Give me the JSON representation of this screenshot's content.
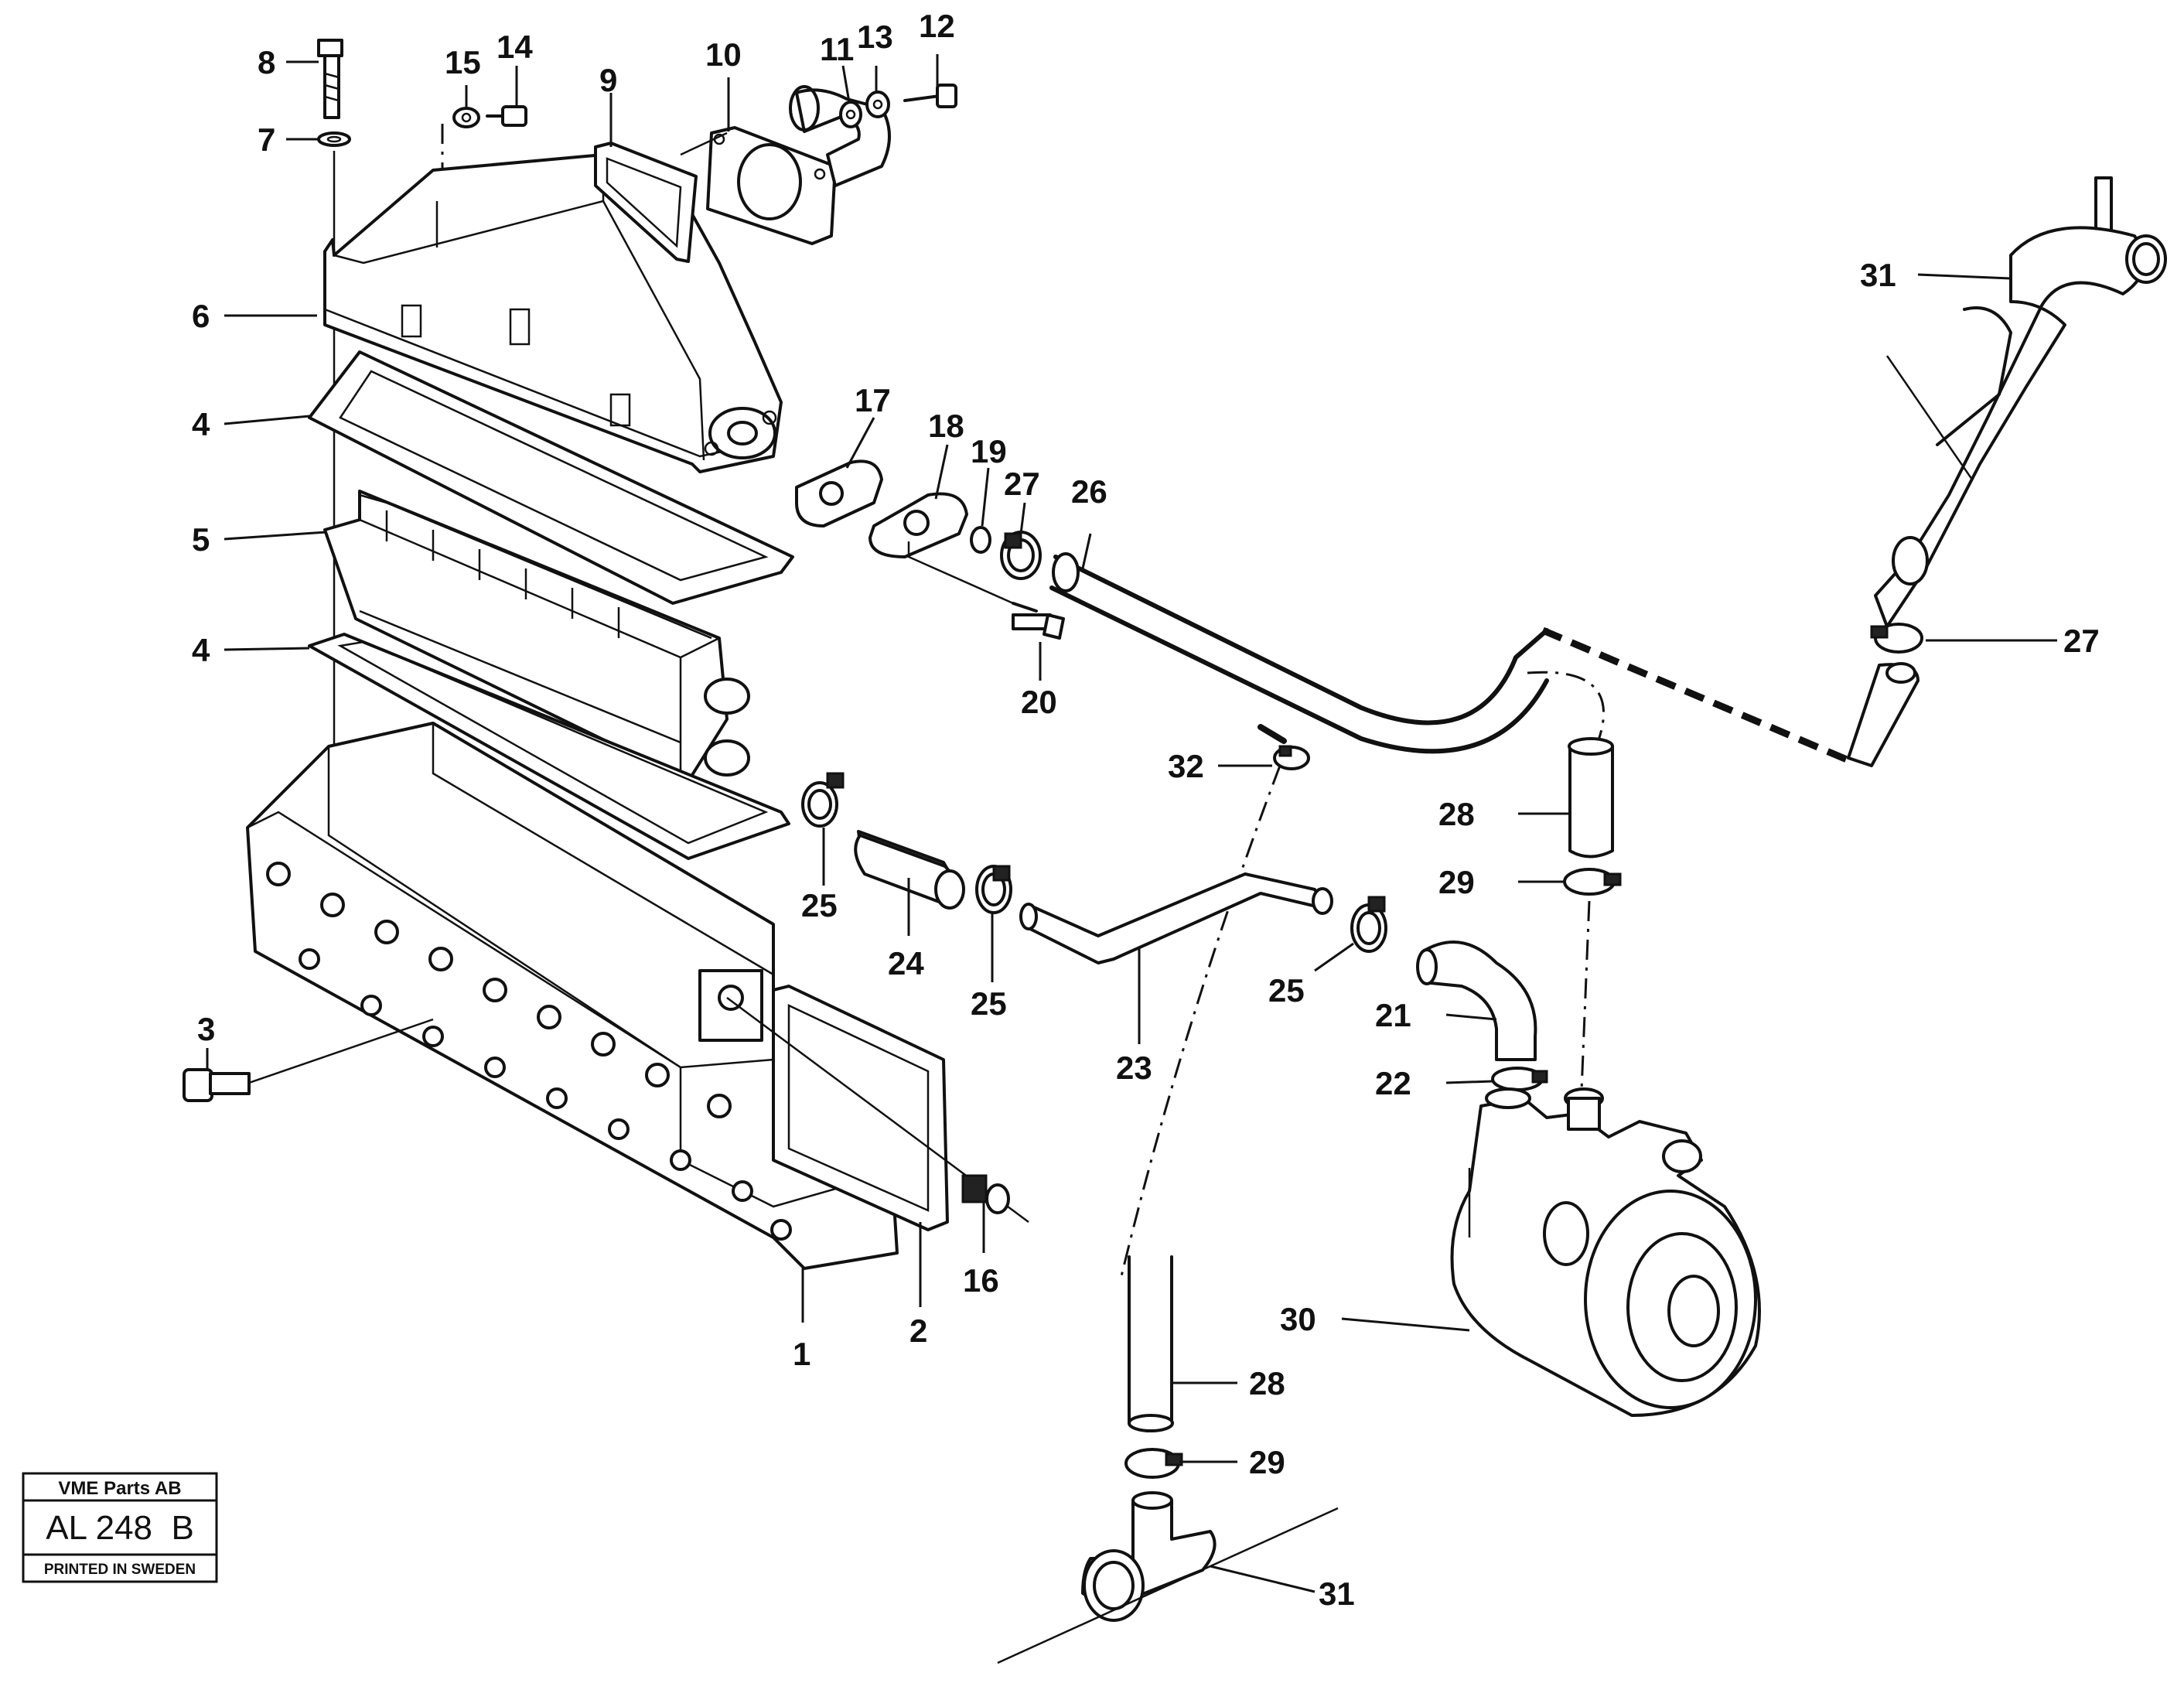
{
  "title_block": {
    "company": "VME Parts AB",
    "drawing_code": "AL 248  B",
    "printed_note": "PRINTED IN SWEDEN"
  },
  "callouts": [
    {
      "id": "c8",
      "label": "8"
    },
    {
      "id": "c15",
      "label": "15"
    },
    {
      "id": "c14",
      "label": "14"
    },
    {
      "id": "c9",
      "label": "9"
    },
    {
      "id": "c10",
      "label": "10"
    },
    {
      "id": "c11",
      "label": "11"
    },
    {
      "id": "c13",
      "label": "13"
    },
    {
      "id": "c12",
      "label": "12"
    },
    {
      "id": "c7",
      "label": "7"
    },
    {
      "id": "c6",
      "label": "6"
    },
    {
      "id": "c4a",
      "label": "4"
    },
    {
      "id": "c5",
      "label": "5"
    },
    {
      "id": "c4b",
      "label": "4"
    },
    {
      "id": "c17",
      "label": "17"
    },
    {
      "id": "c18",
      "label": "18"
    },
    {
      "id": "c19",
      "label": "19"
    },
    {
      "id": "c27a",
      "label": "27"
    },
    {
      "id": "c26",
      "label": "26"
    },
    {
      "id": "c20",
      "label": "20"
    },
    {
      "id": "c31a",
      "label": "31"
    },
    {
      "id": "c27b",
      "label": "27"
    },
    {
      "id": "c32",
      "label": "32"
    },
    {
      "id": "c28a",
      "label": "28"
    },
    {
      "id": "c29a",
      "label": "29"
    },
    {
      "id": "c25a",
      "label": "25"
    },
    {
      "id": "c24",
      "label": "24"
    },
    {
      "id": "c25b",
      "label": "25"
    },
    {
      "id": "c25c",
      "label": "25"
    },
    {
      "id": "c21",
      "label": "21"
    },
    {
      "id": "c22",
      "label": "22"
    },
    {
      "id": "c23",
      "label": "23"
    },
    {
      "id": "c3",
      "label": "3"
    },
    {
      "id": "c16",
      "label": "16"
    },
    {
      "id": "c2",
      "label": "2"
    },
    {
      "id": "c1",
      "label": "1"
    },
    {
      "id": "c30",
      "label": "30"
    },
    {
      "id": "c28b",
      "label": "28"
    },
    {
      "id": "c29b",
      "label": "29"
    },
    {
      "id": "c31b",
      "label": "31"
    }
  ]
}
